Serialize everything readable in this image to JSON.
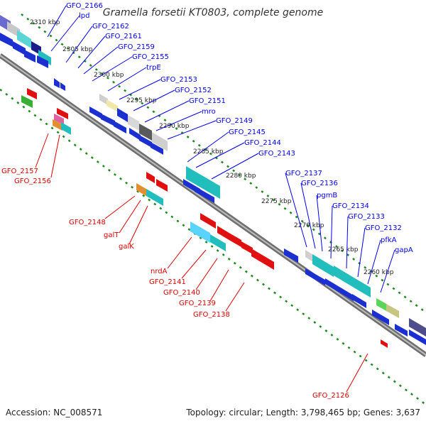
{
  "title": "Gramella forsetii KT0803, complete genome",
  "footer": {
    "accession": "Accession: NC_008571",
    "summary": "Topology: circular; Length: 3,798,465 bp; Genes: 3,637"
  },
  "colors": {
    "forward_label": "#0000ee",
    "reverse_label": "#dd0000",
    "backbone": "#6f6f6f",
    "tick": "#1a8a1a"
  },
  "scale": [
    {
      "label": "2310 kbp",
      "pos": 2310
    },
    {
      "label": "2305 kbp",
      "pos": 2305
    },
    {
      "label": "2300 kbp",
      "pos": 2300
    },
    {
      "label": "2295 kbp",
      "pos": 2295
    },
    {
      "label": "2290 kbp",
      "pos": 2290
    },
    {
      "label": "2285 kbp",
      "pos": 2285
    },
    {
      "label": "2280 kbp",
      "pos": 2280
    },
    {
      "label": "2275 kbp",
      "pos": 2275
    },
    {
      "label": "2270 kbp",
      "pos": 2270
    },
    {
      "label": "2265 kbp",
      "pos": 2265
    },
    {
      "label": "2260 kbp",
      "pos": 2260
    }
  ],
  "forward_labels": [
    "GFO_2166",
    "lpd",
    "GFO_2162",
    "GFO_2161",
    "GFO_2159",
    "GFO_2155",
    "trpE",
    "GFO_2153",
    "GFO_2152",
    "GFO_2151",
    "mro",
    "GFO_2149",
    "GFO_2145",
    "GFO_2144",
    "GFO_2143",
    "GFO_2137",
    "GFO_2136",
    "pgmB",
    "GFO_2134",
    "GFO_2133",
    "GFO_2132",
    "pfkA",
    "gapA"
  ],
  "reverse_labels": [
    "GFO_2157",
    "GFO_2156",
    "GFO_2148",
    "galT",
    "galK",
    "nrdA",
    "GFO_2141",
    "GFO_2140",
    "GFO_2139",
    "GFO_2138",
    "GFO_2126"
  ]
}
